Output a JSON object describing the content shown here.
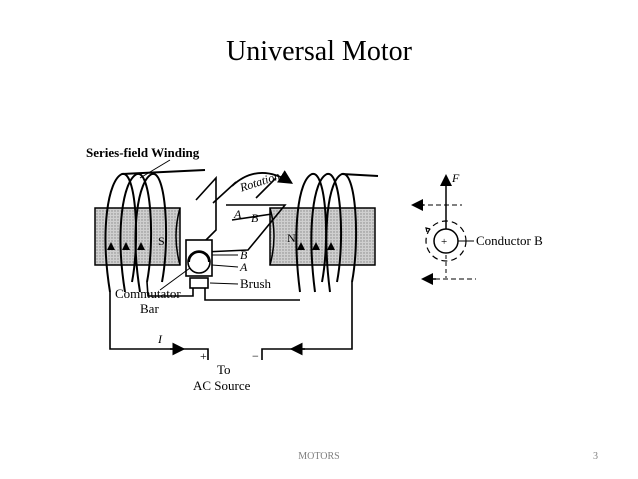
{
  "slide": {
    "title": "Universal Motor",
    "footer": "MOTORS",
    "page_number": "3"
  },
  "diagram": {
    "labels": {
      "series_field_winding": "Series-field Winding",
      "rotation": "Rotation",
      "pole_s": "S",
      "pole_n": "N",
      "coil_a": "A",
      "coil_b": "B",
      "brush_b": "B",
      "brush_a": "A",
      "brush": "Brush",
      "commutator": "Commutator",
      "bar": "Bar",
      "current": "I",
      "plus": "+",
      "minus": "−",
      "to": "To",
      "ac_source": "AC Source",
      "force": "F",
      "conductor_plus": "+",
      "conductor_b": "Conductor B"
    },
    "colors": {
      "pole_shading": "#b0b0b0",
      "ink": "#000000",
      "footer_text": "#7f7f7f"
    }
  }
}
